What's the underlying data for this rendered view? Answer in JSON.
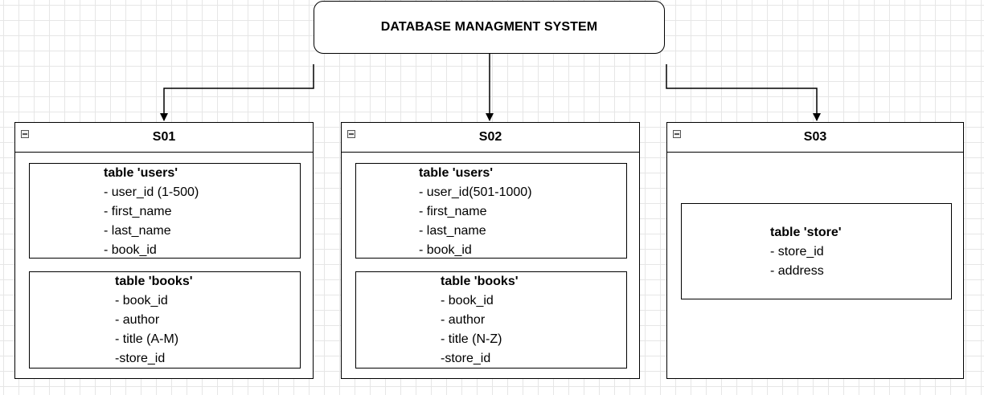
{
  "root": {
    "title": "DATABASE MANAGMENT SYSTEM"
  },
  "servers": [
    {
      "title": "S01",
      "tables": [
        {
          "name": "table 'users'",
          "fields": [
            "- user_id (1-500)",
            "- first_name",
            "- last_name",
            "- book_id"
          ]
        },
        {
          "name": "table 'books'",
          "fields": [
            "- book_id",
            "- author",
            "- title (A-M)",
            "-store_id"
          ]
        }
      ]
    },
    {
      "title": "S02",
      "tables": [
        {
          "name": "table 'users'",
          "fields": [
            "- user_id(501-1000)",
            "- first_name",
            "- last_name",
            "- book_id"
          ]
        },
        {
          "name": "table 'books'",
          "fields": [
            "- book_id",
            "- author",
            "- title (N-Z)",
            "-store_id"
          ]
        }
      ]
    },
    {
      "title": "S03",
      "tables": [
        {
          "name": "table 'store'",
          "fields": [
            "- store_id",
            "- address"
          ]
        }
      ]
    }
  ],
  "colors": {
    "line": "#000000",
    "grid": "#e6e6e6",
    "background": "#ffffff"
  }
}
